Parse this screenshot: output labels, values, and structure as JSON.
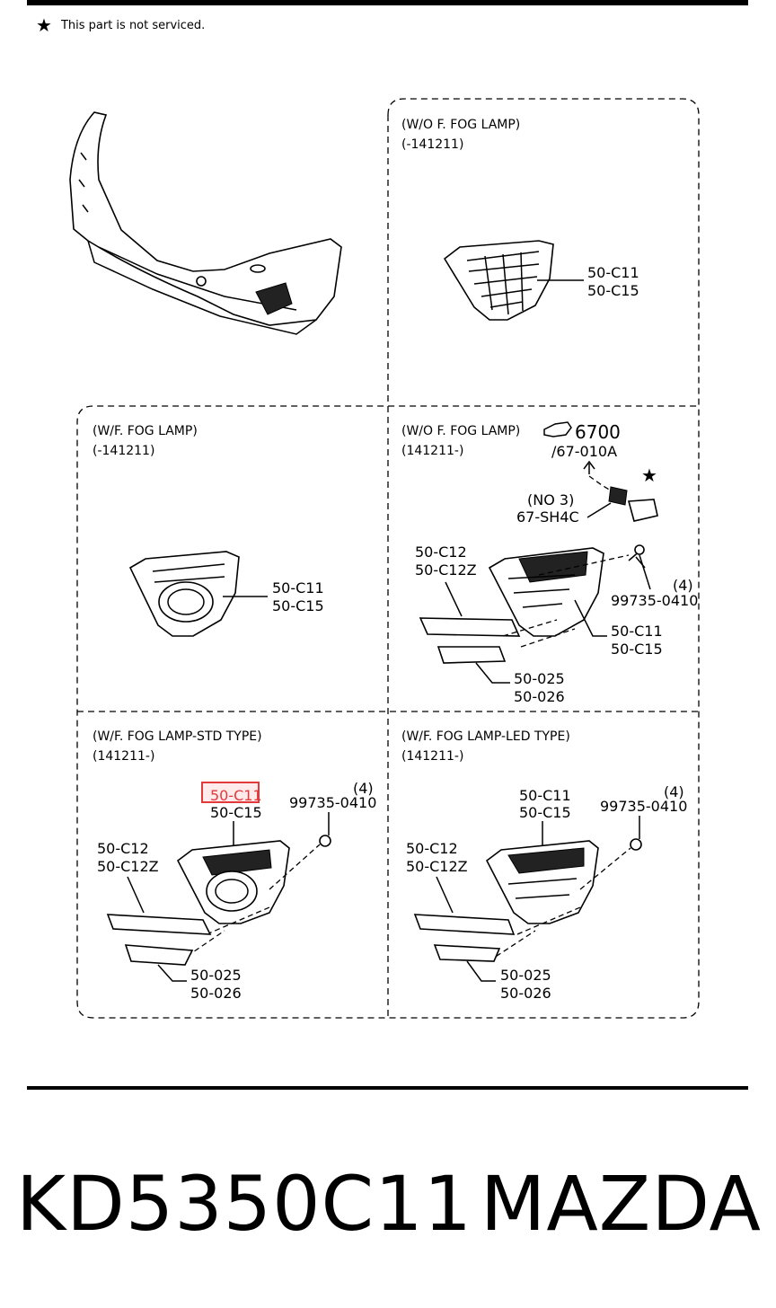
{
  "note": {
    "icon": "star-icon",
    "text": "This part is not serviced."
  },
  "panels": {
    "p1": {
      "title": "(W/O F. FOG LAMP)",
      "range": "(-141211)",
      "labels": [
        "50-C11",
        "50-C15"
      ]
    },
    "p2": {
      "title": "(W/F. FOG LAMP)",
      "range": "(-141211)",
      "labels": [
        "50-C11",
        "50-C15"
      ]
    },
    "p3": {
      "title": "(W/O F. FOG LAMP)",
      "range": "(141211-)",
      "ref_number": "6700",
      "ref_sub": "/67-010A",
      "no_label": "(NO 3)",
      "conn_label": "67-SH4C",
      "bolt_qty": "(4)",
      "bolt_part": "99735-0410",
      "trim": [
        "50-C12",
        "50-C12Z"
      ],
      "bezel": [
        "50-C11",
        "50-C15"
      ],
      "bottom": [
        "50-025",
        "50-026"
      ]
    },
    "p4": {
      "title": "(W/F. FOG LAMP-STD TYPE)",
      "range": "(141211-)",
      "bezel": [
        "50-C11",
        "50-C15"
      ],
      "bolt_qty": "(4)",
      "bolt_part": "99735-0410",
      "trim": [
        "50-C12",
        "50-C12Z"
      ],
      "bottom": [
        "50-025",
        "50-026"
      ]
    },
    "p5": {
      "title": "(W/F. FOG LAMP-LED TYPE)",
      "range": "(141211-)",
      "bezel": [
        "50-C11",
        "50-C15"
      ],
      "bolt_qty": "(4)",
      "bolt_part": "99735-0410",
      "trim": [
        "50-C12",
        "50-C12Z"
      ],
      "bottom": [
        "50-025",
        "50-026"
      ]
    }
  },
  "highlight": {
    "color": "#e23a3a"
  },
  "footer": {
    "part_number": "KD5350C11",
    "brand": "MAZDA"
  }
}
